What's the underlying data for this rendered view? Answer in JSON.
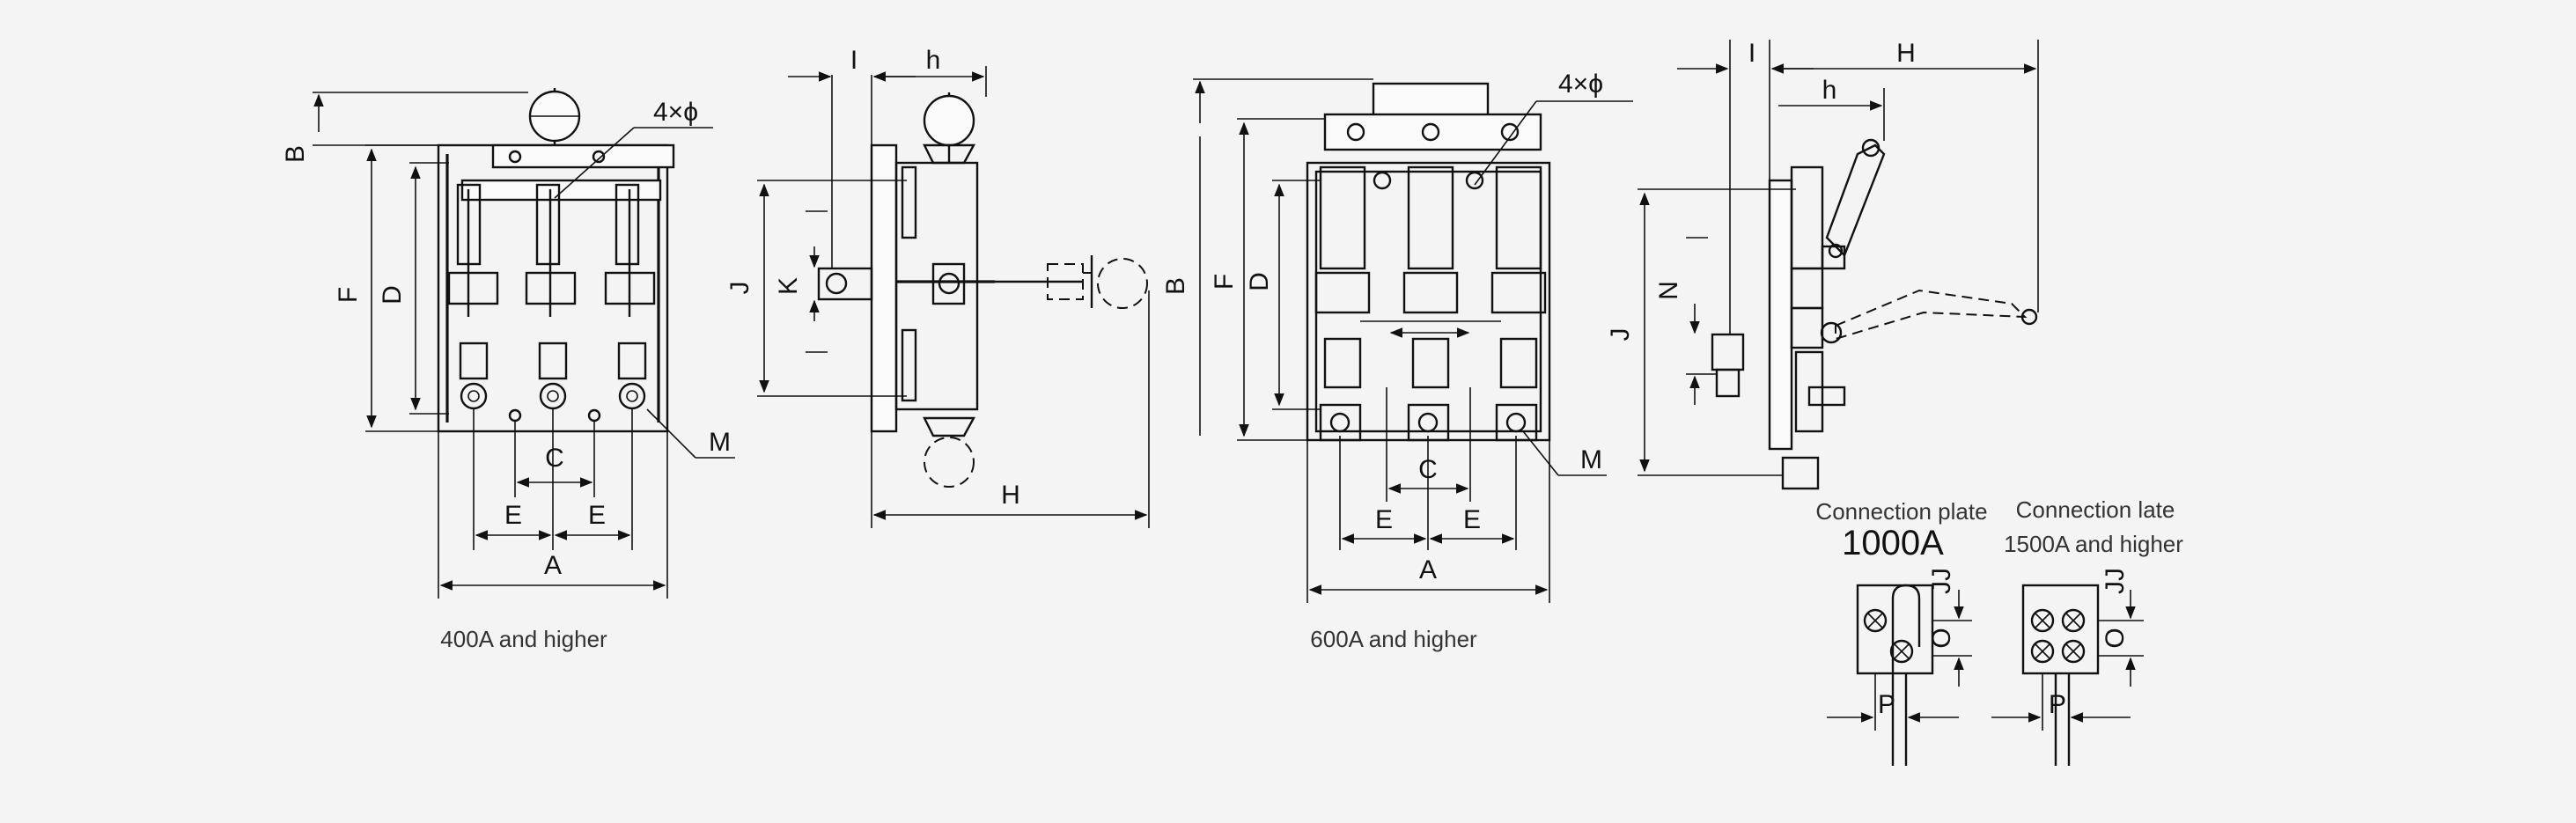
{
  "view_400a": {
    "caption": "400A and higher",
    "front_labels": {
      "B": "B",
      "F": "F",
      "D": "D",
      "C": "C",
      "E1": "E",
      "E2": "E",
      "A": "A",
      "M": "M",
      "holes": "4×ϕ"
    },
    "side_labels": {
      "I": "I",
      "h": "h",
      "J": "J",
      "K": "K",
      "H": "H",
      "B": "B"
    }
  },
  "view_600a": {
    "caption": "600A and higher",
    "front_labels": {
      "F": "F",
      "D": "D",
      "C": "C",
      "E1": "E",
      "E2": "E",
      "A": "A",
      "M": "M",
      "holes": "4×ϕ"
    },
    "side_labels": {
      "I": "I",
      "H": "H",
      "h": "h",
      "J": "J",
      "N": "N"
    }
  },
  "plate_1000a": {
    "title": "Connection plate",
    "subtitle": "1000A",
    "labels": {
      "JJ": "JJ",
      "O": "O",
      "P": "P"
    }
  },
  "plate_1500a": {
    "title": "Connection   late",
    "subtitle": "1500A and higher",
    "labels": {
      "JJ": "JJ",
      "O": "O",
      "P": "P"
    }
  }
}
